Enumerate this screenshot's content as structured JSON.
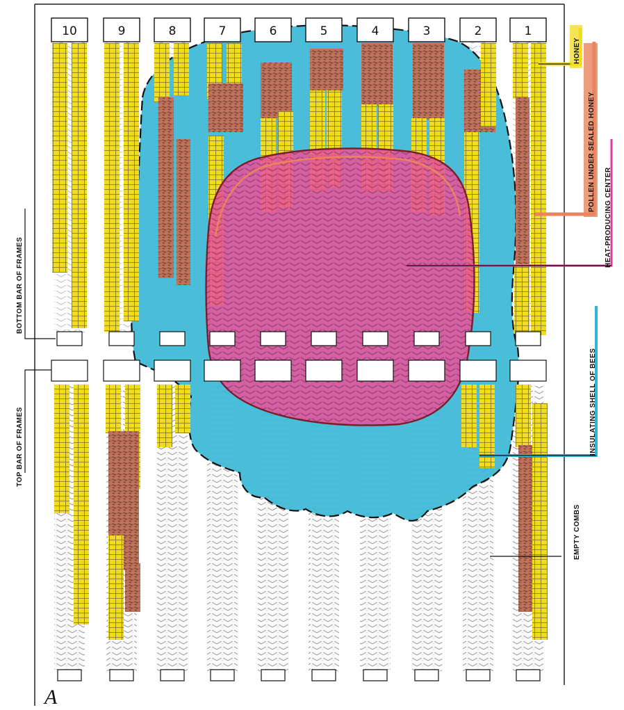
{
  "figure": {
    "letter": "A",
    "frames": [
      "10",
      "9",
      "8",
      "7",
      "6",
      "5",
      "4",
      "3",
      "2",
      "1"
    ],
    "labels": {
      "honey": "HONEY",
      "pollen": "POLLEN UNDER SEALED HONEY",
      "heat_center": "HEAT-PRODUCING CENTER",
      "insulating_shell": "INSULATING SHELL OF BEES",
      "empty_combs": "EMPTY COMBS",
      "bottom_bar": "BOTTOM BAR OF FRAMES",
      "top_bar": "TOP BAR OF FRAMES"
    },
    "colors": {
      "honey": "#f2dc1e",
      "pollen": "#c0715a",
      "heat_center": "#e8509a",
      "insulating_shell": "#3bb9d6",
      "honey_leader": "#f2dc1e",
      "pollen_leader": "#e9845d",
      "heat_leader": "#e23a9a",
      "shell_leader": "#33b6d6",
      "outline": "#111111",
      "heat_outline": "#7a1f2a"
    }
  }
}
